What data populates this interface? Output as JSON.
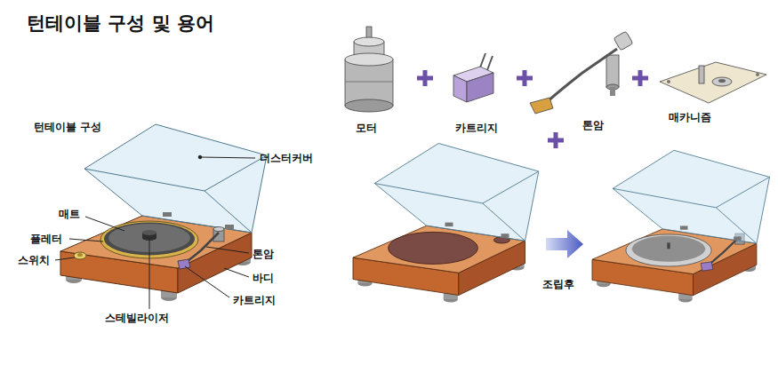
{
  "diagram": {
    "title": "턴테이블 구성 및 용어",
    "labels": [
      "턴테이블 구성",
      "더스터커버",
      "매트",
      "플레터",
      "스위치",
      "톤암",
      "바디",
      "카트리지",
      "스테빌라이저",
      "모터",
      "카트리지",
      "톤암",
      "매카니즘",
      "조립후"
    ]
  }
}
